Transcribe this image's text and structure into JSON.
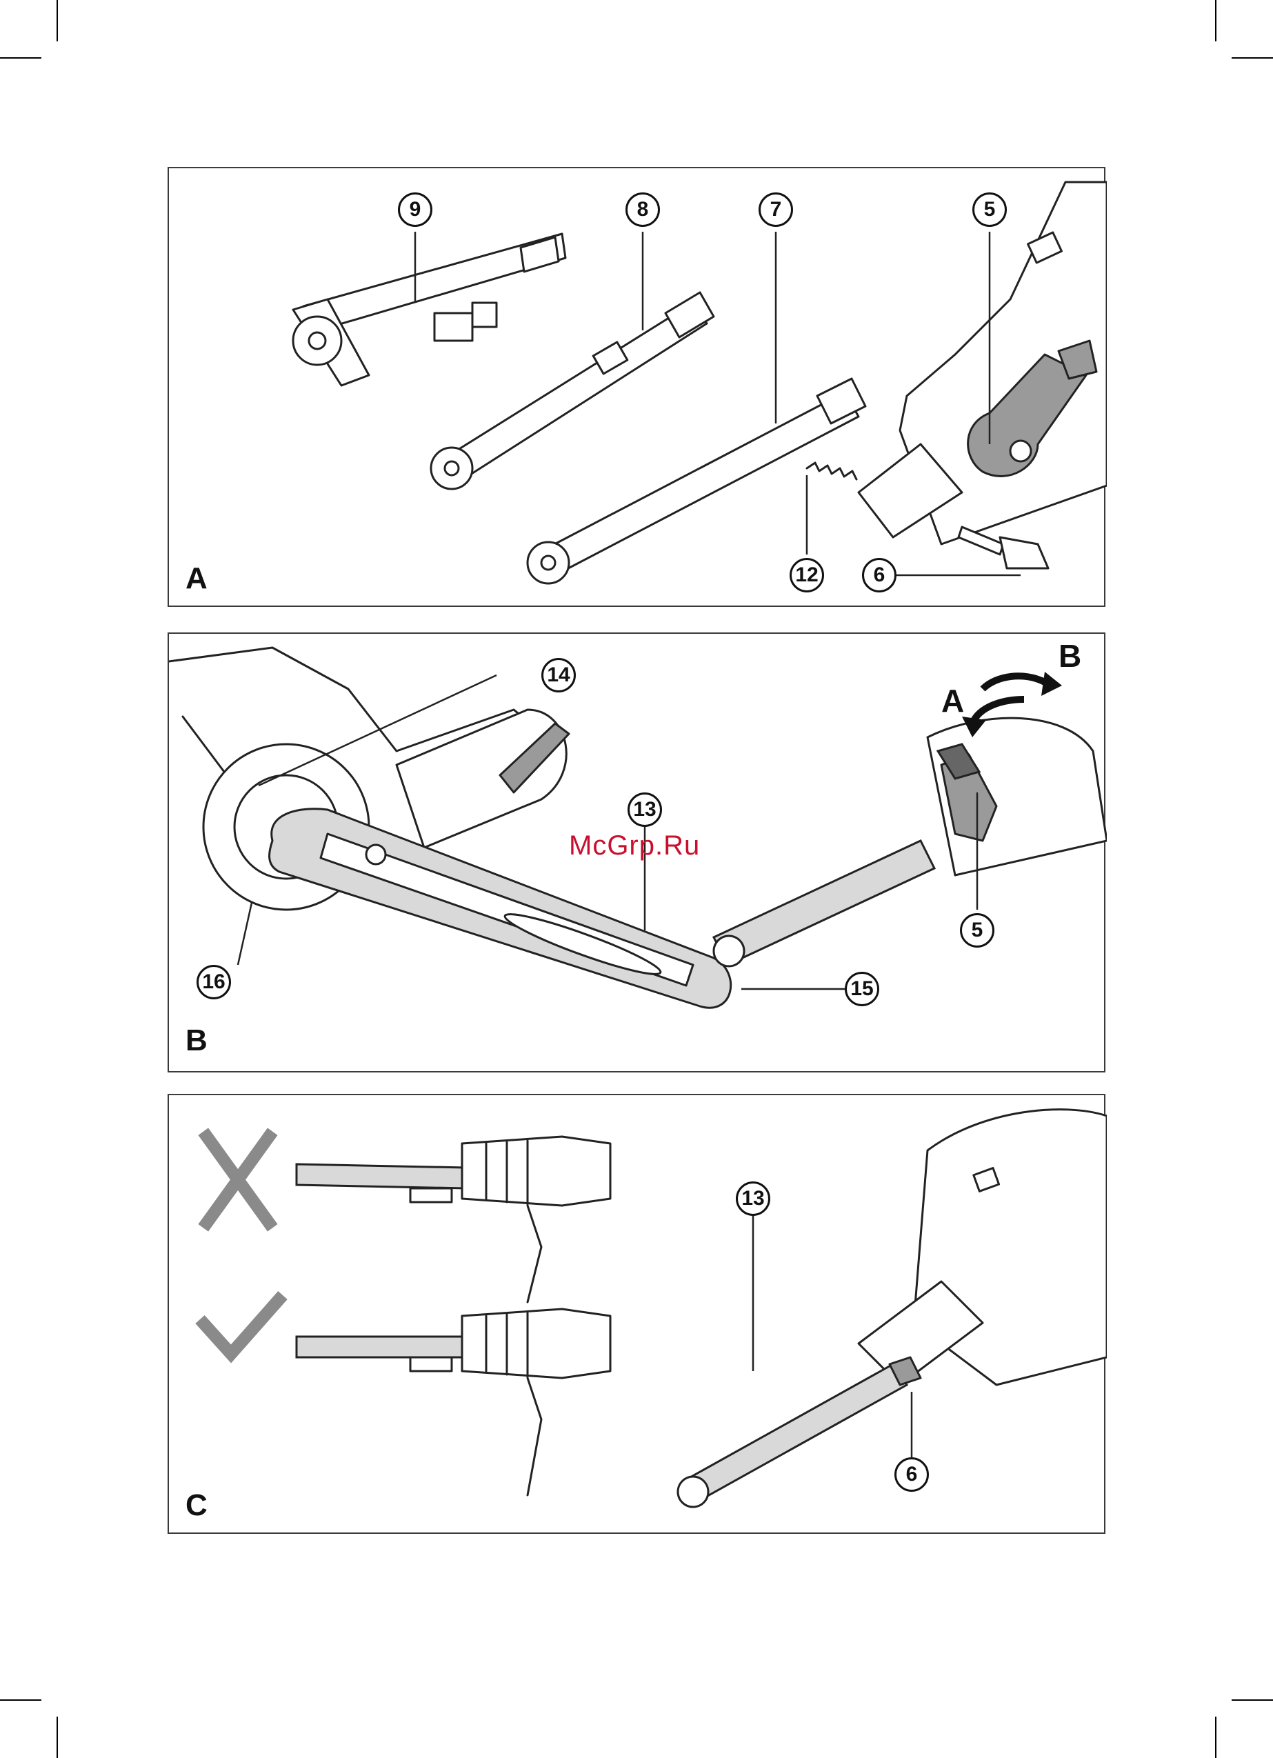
{
  "panels": [
    {
      "id": "A",
      "letter": "A",
      "callouts": [
        "9",
        "8",
        "7",
        "5",
        "12",
        "6"
      ]
    },
    {
      "id": "B",
      "letter": "B",
      "callouts": [
        "14",
        "13",
        "16",
        "15",
        "5"
      ],
      "direction_labels": [
        "A",
        "B"
      ]
    },
    {
      "id": "C",
      "letter": "C",
      "callouts": [
        "13",
        "6"
      ],
      "marks": [
        "cross-mark-icon",
        "check-mark-icon"
      ]
    }
  ],
  "watermark": "McGrp.Ru"
}
